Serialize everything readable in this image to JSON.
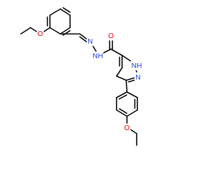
{
  "colors": {
    "background": "#ffffff",
    "bond": "#000000",
    "oxygen": "#e00000",
    "nitrogen": "#2040e0"
  },
  "molecule": {
    "atom_labels": {
      "ether_oxygen_top": "O",
      "carbonyl_oxygen": "O",
      "hydrazone_n": "N",
      "amide_nh": "NH",
      "pyrazole_nh": "NH",
      "pyrazole_n": "N",
      "ether_oxygen_bottom": "O"
    }
  }
}
